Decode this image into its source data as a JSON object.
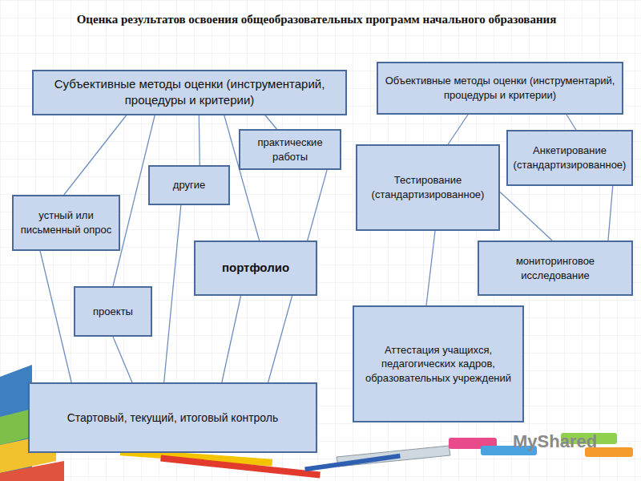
{
  "diagram": {
    "title": "Оценка результатов освоения общеобразовательных программ начального образования",
    "nodes": [
      {
        "text": [
          "Субъективные методы оценки (инструментарий, процедуры и критерии)"
        ]
      },
      {
        "text": [
          "Объективные методы оценки (инструментарий, процедуры и критерии)"
        ]
      },
      {
        "text": [
          "практические работы"
        ]
      },
      {
        "text": [
          "Анкетирование (стандартизированное)"
        ]
      },
      {
        "text": [
          "другие"
        ]
      },
      {
        "text": [
          "Тестирование (стандартизированное)"
        ]
      },
      {
        "text": [
          "устный или письменный опрос"
        ]
      },
      {
        "text": [
          "портфолио"
        ]
      },
      {
        "text": [
          "мониторинговое исследование"
        ]
      },
      {
        "text": [
          "проекты"
        ]
      },
      {
        "text": [
          "Аттестация учащихся, педагогических кадров, образовательных учреждений"
        ]
      },
      {
        "text": [
          "Стартовый, текущий, итоговый контроль"
        ]
      }
    ],
    "edges": [
      {
        "from": 0,
        "to": 6,
        "arrow": "none"
      },
      {
        "from": 0,
        "to": 9,
        "arrow": "none"
      },
      {
        "from": 0,
        "to": 4,
        "arrow": "none"
      },
      {
        "from": 0,
        "to": 7,
        "arrow": "none"
      },
      {
        "from": 0,
        "to": 2,
        "arrow": "none"
      },
      {
        "from": 6,
        "to": 11,
        "arrow": "none"
      },
      {
        "from": 9,
        "to": 11,
        "arrow": "none"
      },
      {
        "from": 4,
        "to": 11,
        "arrow": "none"
      },
      {
        "from": 7,
        "to": 11,
        "arrow": "none"
      },
      {
        "from": 2,
        "to": 11,
        "arrow": "none"
      },
      {
        "from": 1,
        "to": 5,
        "arrow": "none"
      },
      {
        "from": 1,
        "to": 3,
        "arrow": "none"
      },
      {
        "from": 5,
        "to": 10,
        "arrow": "none"
      },
      {
        "from": 5,
        "to": 8,
        "arrow": "none"
      },
      {
        "from": 3,
        "to": 8,
        "arrow": "none"
      }
    ],
    "labels": [
      "MyShared"
    ]
  }
}
